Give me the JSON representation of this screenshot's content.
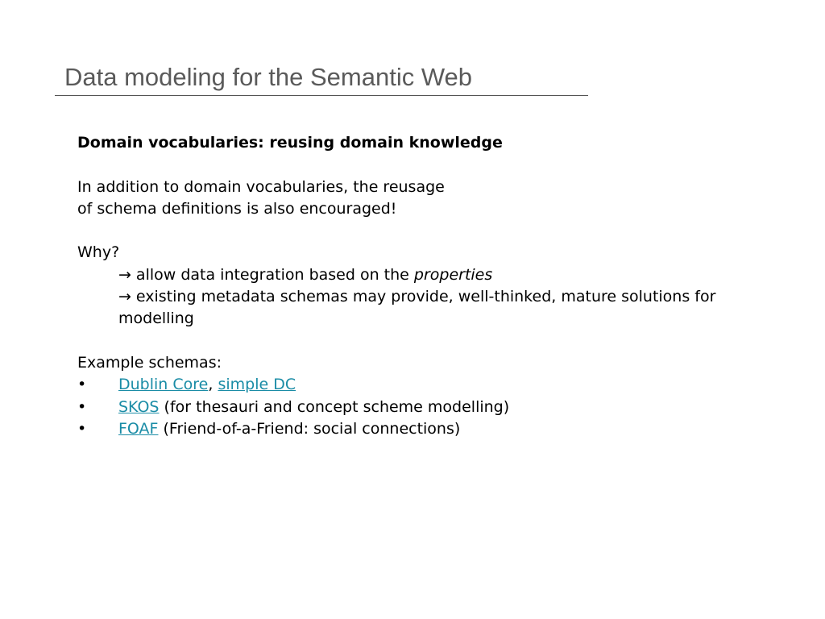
{
  "slide": {
    "title": "Data modeling for the Semantic Web"
  },
  "content": {
    "heading": "Domain vocabularies: reusing domain knowledge",
    "intro_line1": "In addition to domain vocabularies, the reusage",
    "intro_line2": "of schema definitions is also encouraged!",
    "why_label": "Why?",
    "arrow_glyph": "→",
    "reason1_prefix": "allow data integration based on the ",
    "reason1_emphasis": "properties",
    "reason2": "existing metadata schemas may provide, well-thinked, mature solutions for modelling",
    "examples_label": "Example schemas:",
    "bullet_glyph": "•",
    "bullets": [
      {
        "link1": "Dublin Core",
        "separator": ", ",
        "link2": "simple DC"
      },
      {
        "link": "SKOS",
        "text": " (for thesauri and concept scheme modelling)"
      },
      {
        "link": "FOAF",
        "text": " (Friend-of-a-Friend: social connections)"
      }
    ]
  },
  "colors": {
    "title": "#5a5a5a",
    "link": "#1a8ca6",
    "rule": "#555555"
  }
}
